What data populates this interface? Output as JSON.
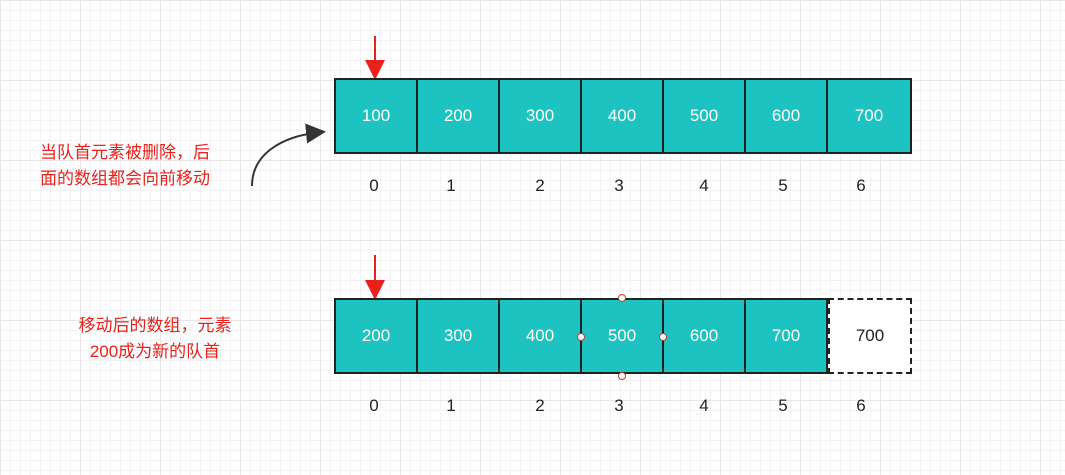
{
  "top_array": {
    "cells": [
      "100",
      "200",
      "300",
      "400",
      "500",
      "600",
      "700"
    ],
    "indices": [
      "0",
      "1",
      "2",
      "3",
      "4",
      "5",
      "6"
    ]
  },
  "bottom_array": {
    "cells": [
      "200",
      "300",
      "400",
      "500",
      "600",
      "700"
    ],
    "empty_cell": "700",
    "indices": [
      "0",
      "1",
      "2",
      "3",
      "4",
      "5",
      "6"
    ]
  },
  "notes": {
    "top_line1": "当队首元素被删除，后",
    "top_line2": "面的数组都会向前移动",
    "bottom_line1": "移动后的数组，元素",
    "bottom_line2": "200成为新的队首"
  },
  "colors": {
    "cell_fill": "#1cc3c0",
    "accent_red": "#e8211c"
  }
}
